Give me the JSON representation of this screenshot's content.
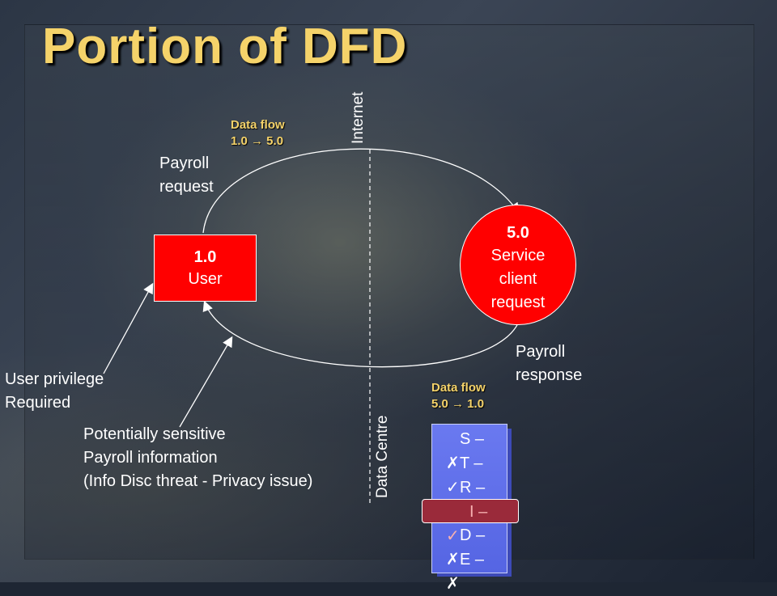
{
  "title": "Portion of DFD",
  "nodes": {
    "user": {
      "number": "1.0",
      "label": "User"
    },
    "service": {
      "number": "5.0",
      "label_lines": [
        "Service",
        "client",
        "request"
      ]
    }
  },
  "flows": {
    "request": {
      "label_lines": [
        "Payroll",
        "request"
      ],
      "data_flow_title": "Data flow",
      "data_flow_value": "1.0 → 5.0"
    },
    "response": {
      "label_lines": [
        "Payroll",
        "response"
      ],
      "data_flow_title": "Data flow",
      "data_flow_value": "5.0 → 1.0"
    }
  },
  "boundary": {
    "top_label": "Internet",
    "bottom_label": "Data Centre"
  },
  "annotations": {
    "privilege": [
      "User privilege",
      "Required"
    ],
    "sensitive": [
      "Potentially sensitive",
      "Payroll information",
      "(Info Disc threat - Privacy issue)"
    ]
  },
  "stride": [
    {
      "letter": "S",
      "mark": "✗",
      "highlight": false
    },
    {
      "letter": "T",
      "mark": "✓",
      "highlight": false
    },
    {
      "letter": "R",
      "mark": "✗",
      "highlight": false
    },
    {
      "letter": "I",
      "mark": "✓",
      "highlight": true
    },
    {
      "letter": "D",
      "mark": "✗",
      "highlight": false
    },
    {
      "letter": "E",
      "mark": "✗",
      "highlight": false
    }
  ],
  "colors": {
    "title": "#f5d36a",
    "node": "#ff0000",
    "stride_bg": "#5b6be8",
    "highlight": "#9a2a3a"
  }
}
